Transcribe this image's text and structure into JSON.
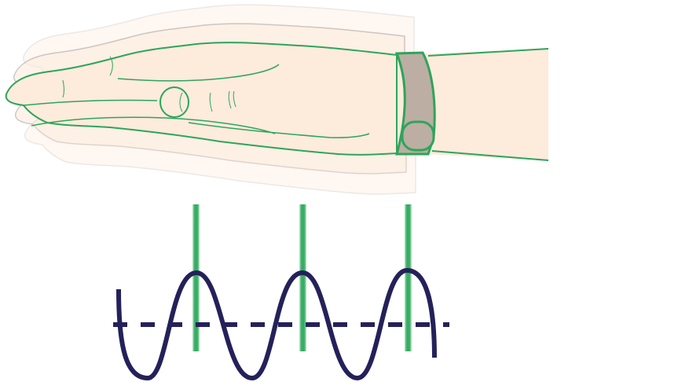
{
  "illustration": {
    "subject": "hand-tremor-wristband",
    "icons": [
      "hand-icon",
      "wristband-icon",
      "sine-wave-icon"
    ],
    "colors": {
      "skin": "#fdebdc",
      "outline": "#2ea55a",
      "ghost_outline": "#a79d97",
      "band": "#bcaea3",
      "wave": "#24215a",
      "marker": "#36ad63"
    },
    "wave": {
      "cycles": 3,
      "markers": 3
    }
  }
}
